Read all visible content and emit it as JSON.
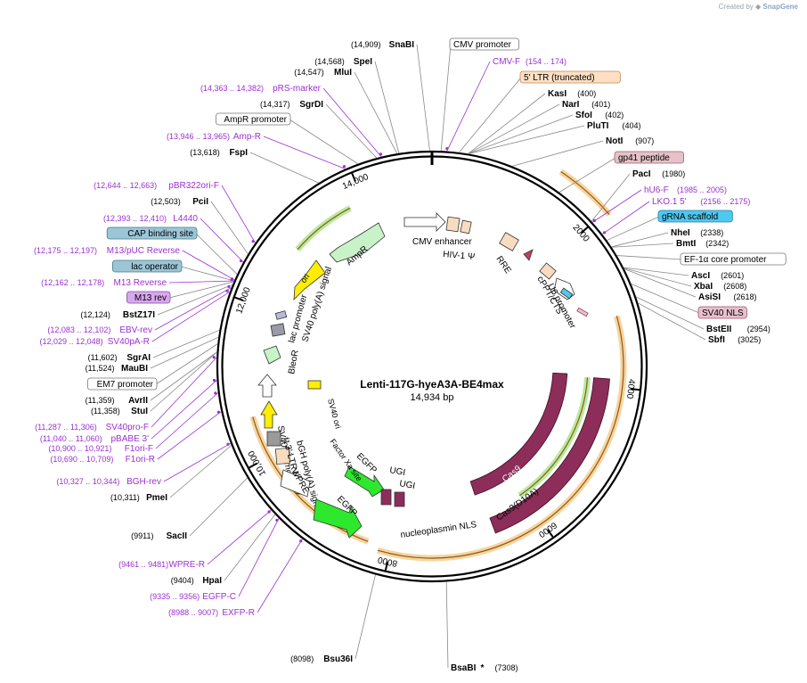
{
  "credit": {
    "prefix": "Created by",
    "brand": "SnapGene"
  },
  "map": {
    "name": "Lenti-117G-hyeA3A-BE4max",
    "size_text": "14,934 bp",
    "length": 14934,
    "ticks": [
      {
        "pos": 2000,
        "label": "2000"
      },
      {
        "pos": 4000,
        "label": "4000"
      },
      {
        "pos": 6000,
        "label": "6000"
      },
      {
        "pos": 8000,
        "label": "8000"
      },
      {
        "pos": 10000,
        "label": "10,000"
      },
      {
        "pos": 12000,
        "label": "12,000"
      },
      {
        "pos": 14000,
        "label": "14,000"
      }
    ]
  },
  "colors": {
    "enzyme": "#000000",
    "primer": "#9b30d0",
    "axis": "#000000",
    "cas9": "#8c2d5a",
    "egfp": "#2ee82e",
    "ampr": "#c8f3c8",
    "ori": "#ffee00",
    "promoter": "#ffffff",
    "ltr": "#fde0c4",
    "feature_box": "#f8dcc0",
    "gp41": "#e4c2c8",
    "grna": "#4fc8f0",
    "sv40nls": "#e8c0cc",
    "m13rev": "#d9a7ee",
    "cap": "#9cc6d6",
    "orange_arc": "#f0b050",
    "green_arc": "#80d850"
  },
  "labels": [
    {
      "name": "SnaBI",
      "pos": "(14,909)",
      "kind": "enzyme"
    },
    {
      "name": "SpeI",
      "pos": "(14,568)",
      "kind": "enzyme"
    },
    {
      "name": "MluI",
      "pos": "(14,547)",
      "kind": "enzyme"
    },
    {
      "name": "pRS-marker",
      "pos": "(14,363 .. 14,382)",
      "kind": "primer"
    },
    {
      "name": "SgrDI",
      "pos": "(14,317)",
      "kind": "enzyme"
    },
    {
      "name": "AmpR promoter",
      "pos": "",
      "kind": "feature"
    },
    {
      "name": "Amp-R",
      "pos": "(13,946 .. 13,965)",
      "kind": "primer"
    },
    {
      "name": "FspI",
      "pos": "(13,618)",
      "kind": "enzyme"
    },
    {
      "name": "pBR322ori-F",
      "pos": "(12,644 .. 12,663)",
      "kind": "primer"
    },
    {
      "name": "PciI",
      "pos": "(12,503)",
      "kind": "enzyme"
    },
    {
      "name": "L4440",
      "pos": "(12,393 .. 12,410)",
      "kind": "primer"
    },
    {
      "name": "CAP binding site",
      "pos": "",
      "kind": "cap"
    },
    {
      "name": "M13/pUC Reverse",
      "pos": "(12,175 .. 12,197)",
      "kind": "primer"
    },
    {
      "name": "lac operator",
      "pos": "",
      "kind": "cap"
    },
    {
      "name": "M13 Reverse",
      "pos": "(12,162 .. 12,178)",
      "kind": "primer"
    },
    {
      "name": "M13 rev",
      "pos": "",
      "kind": "m13"
    },
    {
      "name": "BstZ17I",
      "pos": "(12,124)",
      "kind": "enzyme"
    },
    {
      "name": "EBV-rev",
      "pos": "(12,083 .. 12,102)",
      "kind": "primer"
    },
    {
      "name": "SV40pA-R",
      "pos": "(12,029 .. 12,048)",
      "kind": "primer"
    },
    {
      "name": "SgrAI",
      "pos": "(11,602)",
      "kind": "enzyme"
    },
    {
      "name": "MauBI",
      "pos": "(11,524)",
      "kind": "enzyme"
    },
    {
      "name": "EM7 promoter",
      "pos": "",
      "kind": "feature"
    },
    {
      "name": "AvrII",
      "pos": "(11,359)",
      "kind": "enzyme"
    },
    {
      "name": "StuI",
      "pos": "(11,358)",
      "kind": "enzyme"
    },
    {
      "name": "SV40pro-F",
      "pos": "(11,287 .. 11,306)",
      "kind": "primer"
    },
    {
      "name": "pBABE 3'",
      "pos": "(11,040 .. 11,060)",
      "kind": "primer"
    },
    {
      "name": "F1ori-F",
      "pos": "(10,900 .. 10,921)",
      "kind": "primer"
    },
    {
      "name": "F1ori-R",
      "pos": "(10,690 .. 10,709)",
      "kind": "primer"
    },
    {
      "name": "BGH-rev",
      "pos": "(10,327 .. 10,344)",
      "kind": "primer"
    },
    {
      "name": "PmeI",
      "pos": "(10,311)",
      "kind": "enzyme"
    },
    {
      "name": "SacII",
      "pos": "(9911)",
      "kind": "enzyme"
    },
    {
      "name": "WPRE-R",
      "pos": "(9461 .. 9481)",
      "kind": "primer"
    },
    {
      "name": "HpaI",
      "pos": "(9404)",
      "kind": "enzyme"
    },
    {
      "name": "EGFP-C",
      "pos": "(9335 .. 9356)",
      "kind": "primer"
    },
    {
      "name": "EXFP-R",
      "pos": "(8988 .. 9007)",
      "kind": "primer"
    },
    {
      "name": "Bsu36I",
      "pos": "(8098)",
      "kind": "enzyme"
    },
    {
      "name": "BsaBI",
      "pos": "(7308)",
      "kind": "enzyme",
      "star": "*"
    },
    {
      "name": "CMV promoter",
      "pos": "",
      "kind": "feature"
    },
    {
      "name": "CMV-F",
      "pos": "(154 .. 174)",
      "kind": "primer"
    },
    {
      "name": "5' LTR (truncated)",
      "pos": "",
      "kind": "ltr"
    },
    {
      "name": "KasI",
      "pos": "(400)",
      "kind": "enzyme"
    },
    {
      "name": "NarI",
      "pos": "(401)",
      "kind": "enzyme"
    },
    {
      "name": "SfoI",
      "pos": "(402)",
      "kind": "enzyme"
    },
    {
      "name": "PluTI",
      "pos": "(404)",
      "kind": "enzyme"
    },
    {
      "name": "NotI",
      "pos": "(907)",
      "kind": "enzyme"
    },
    {
      "name": "gp41 peptide",
      "pos": "",
      "kind": "gp41"
    },
    {
      "name": "PacI",
      "pos": "(1980)",
      "kind": "enzyme"
    },
    {
      "name": "hU6-F",
      "pos": "(1985 .. 2005)",
      "kind": "primer"
    },
    {
      "name": "LKO.1 5'",
      "pos": "(2156 .. 2175)",
      "kind": "primer"
    },
    {
      "name": "gRNA scaffold",
      "pos": "",
      "kind": "grna"
    },
    {
      "name": "NheI",
      "pos": "(2338)",
      "kind": "enzyme"
    },
    {
      "name": "BmtI",
      "pos": "(2342)",
      "kind": "enzyme"
    },
    {
      "name": "EF-1α core promoter",
      "pos": "",
      "kind": "feature"
    },
    {
      "name": "AscI",
      "pos": "(2601)",
      "kind": "enzyme"
    },
    {
      "name": "XbaI",
      "pos": "(2608)",
      "kind": "enzyme"
    },
    {
      "name": "AsiSI",
      "pos": "(2618)",
      "kind": "enzyme"
    },
    {
      "name": "SV40 NLS",
      "pos": "",
      "kind": "sv40nls"
    },
    {
      "name": "BstEII",
      "pos": "(2954)",
      "kind": "enzyme"
    },
    {
      "name": "SbfI",
      "pos": "(3025)",
      "kind": "enzyme"
    }
  ],
  "features": [
    {
      "name": "CMV enhancer"
    },
    {
      "name": "HIV-1 Ψ"
    },
    {
      "name": "RRE"
    },
    {
      "name": "cPPT/CTS"
    },
    {
      "name": "U6 promoter"
    },
    {
      "name": "AmpR"
    },
    {
      "name": "ori"
    },
    {
      "name": "SV40 poly(A) signal"
    },
    {
      "name": "lac promoter"
    },
    {
      "name": "BleoR"
    },
    {
      "name": "SV40 promoter"
    },
    {
      "name": "f1 ori"
    },
    {
      "name": "bGH poly(A) signal"
    },
    {
      "name": "3' LTR (ΔU3)"
    },
    {
      "name": "WPRE"
    },
    {
      "name": "EGFP"
    },
    {
      "name": "EGFP"
    },
    {
      "name": "UGI"
    },
    {
      "name": "UGI"
    },
    {
      "name": "Factor Xa site"
    },
    {
      "name": "SV40 ori"
    },
    {
      "name": "Cas9"
    },
    {
      "name": "Cas9(D10A)"
    },
    {
      "name": "nucleoplasmin NLS"
    }
  ]
}
